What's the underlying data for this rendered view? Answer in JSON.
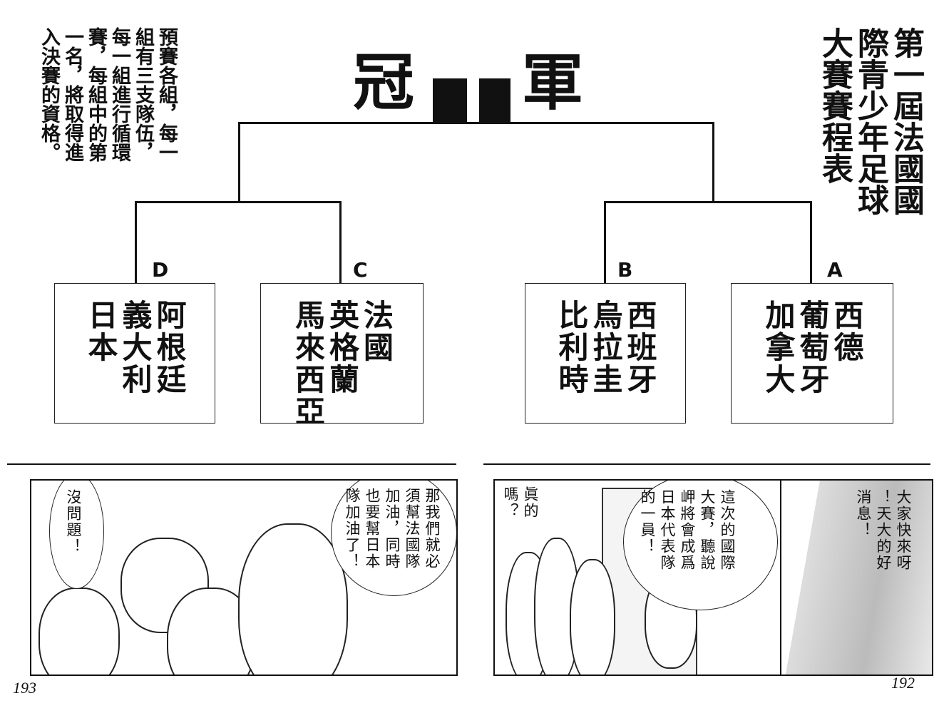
{
  "bracket": {
    "title_left": "冠",
    "title_right": "軍",
    "heading": "第一屆法國國\n際青少年足球\n大賽賽程表",
    "note": "預賽各組，每一\n組有三支隊伍，\n每一組進行循環\n賽，每組中的第\n一名，將取得進\n入決賽的資格。",
    "groups": [
      {
        "label": "D",
        "teams": "阿根廷\n義大利\n日本"
      },
      {
        "label": "C",
        "teams": "法國\n英格蘭\n馬來西亞"
      },
      {
        "label": "B",
        "teams": "西班牙\n烏拉圭\n比利時"
      },
      {
        "label": "A",
        "teams": "西德\n葡萄牙\n加拿大"
      }
    ]
  },
  "panels": {
    "left": {
      "bubble1": "沒問題！",
      "bubble2": "那我們就必\n須幫法國隊\n加油，同時\n也要幫日本\n隊加油了！"
    },
    "right": {
      "bubble1": "眞的\n嗎？",
      "bubble2": "這次的國際\n大賽，聽說\n岬將會成爲\n日本代表隊\n的一員！",
      "bubble3": "大家快來呀\n！天大的好\n消息！"
    }
  },
  "page_numbers": {
    "left": "193",
    "right": "192"
  }
}
